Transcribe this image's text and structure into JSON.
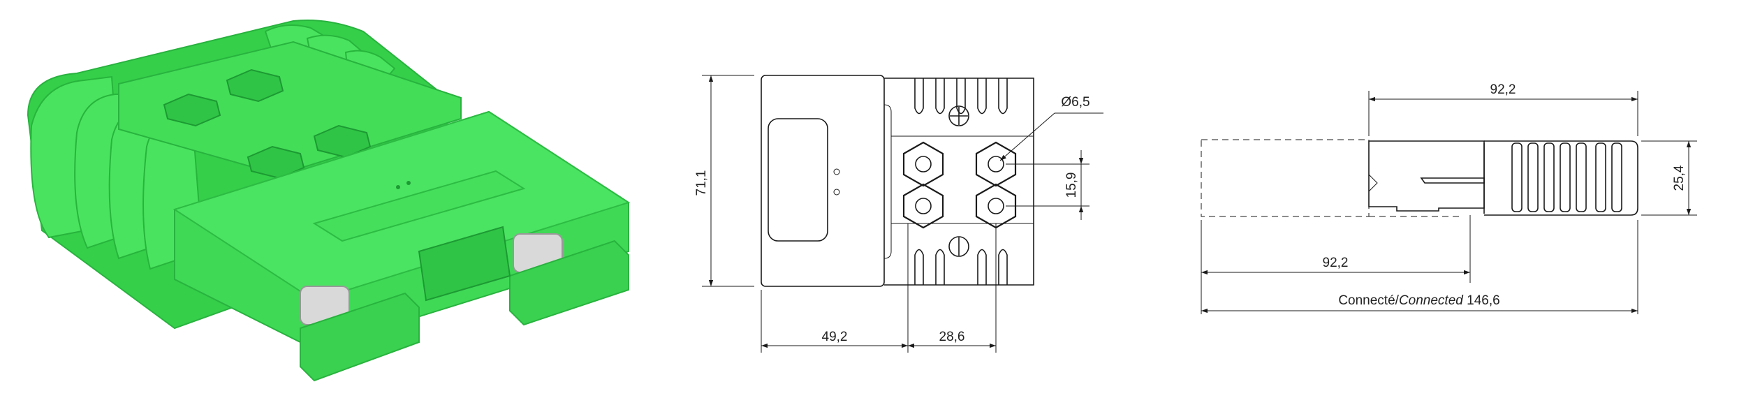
{
  "product_view": {
    "color": "#3ddc52",
    "shade_color": "#27b53c",
    "dark_color": "#1d9a33",
    "contact_color": "#d9d9d9"
  },
  "front_view": {
    "height_label": "71,1",
    "width_body_label": "49,2",
    "terminal_spacing_label": "28,6",
    "terminal_pitch_label": "15,9",
    "hole_diameter_label": "Ø6,5"
  },
  "side_view": {
    "length_label": "92,2",
    "height_label": "25,4",
    "mated_length_label": "92,2",
    "connected_label_fr": "Connecté/",
    "connected_label_en": "Connected",
    "connected_value": " 146,6"
  }
}
